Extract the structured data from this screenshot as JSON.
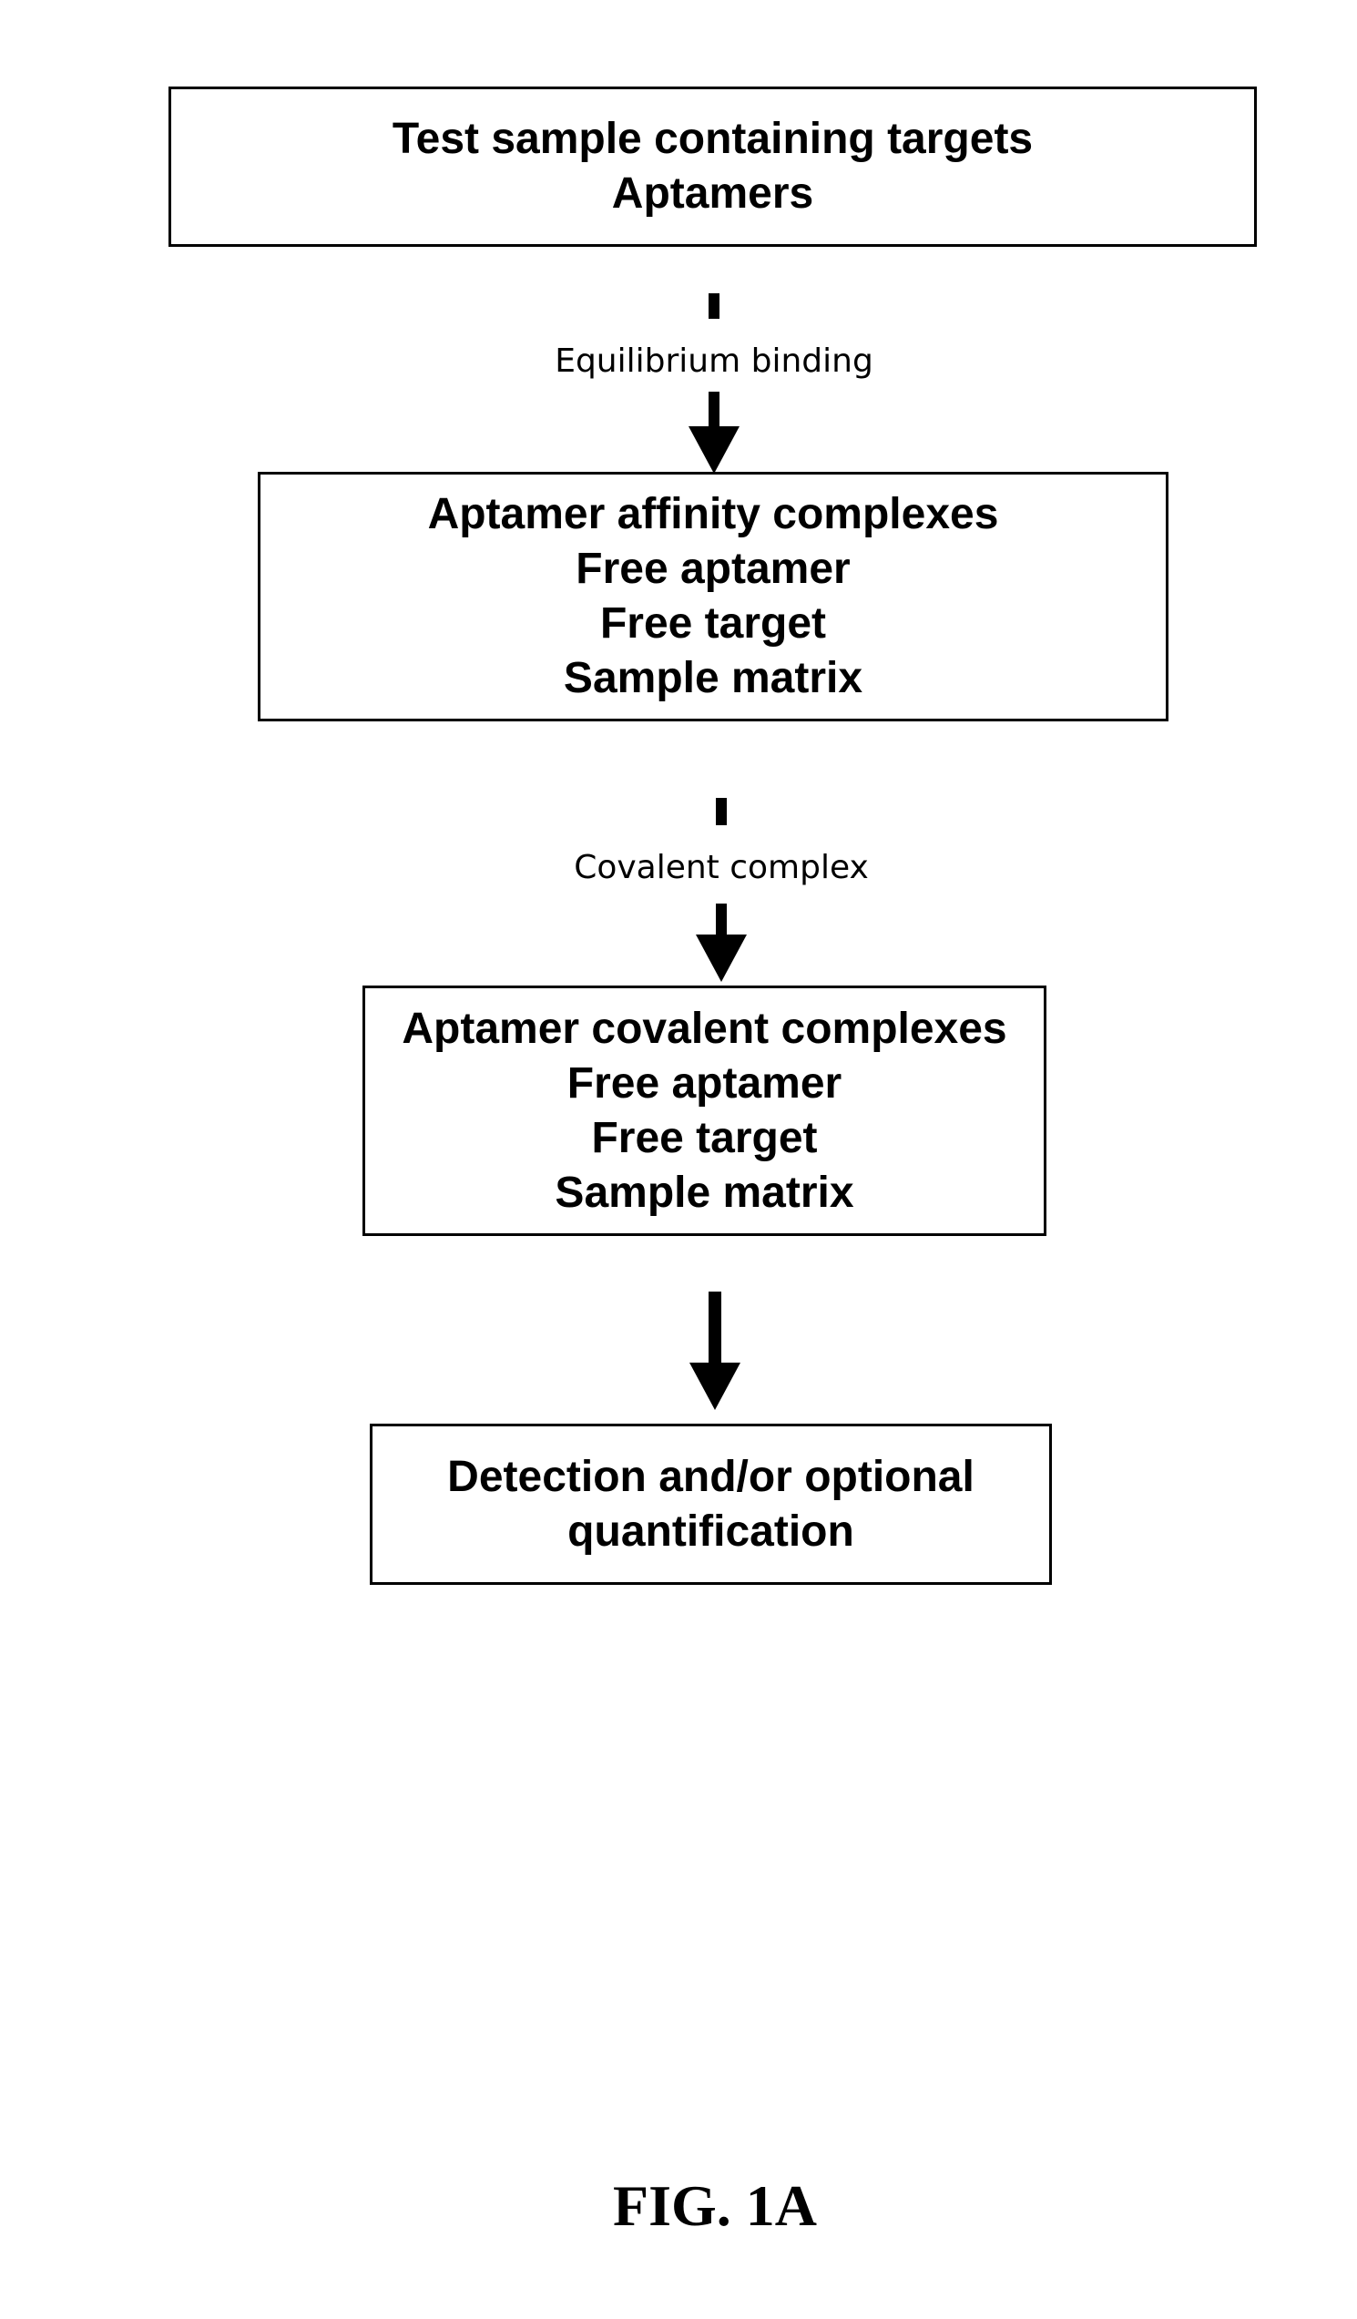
{
  "diagram": {
    "nodes": [
      {
        "id": "n1",
        "lines": [
          "Test sample containing targets",
          "Aptamers"
        ]
      },
      {
        "id": "n2",
        "lines": [
          "Aptamer affinity complexes",
          "Free aptamer",
          "Free target",
          "Sample matrix"
        ]
      },
      {
        "id": "n3",
        "lines": [
          "Aptamer covalent complexes",
          "Free aptamer",
          "Free target",
          "Sample matrix"
        ]
      },
      {
        "id": "n4",
        "lines": [
          "Detection and/or optional",
          "quantification"
        ]
      }
    ],
    "edges": [
      {
        "from": "n1",
        "to": "n2",
        "label": "Equilibrium binding"
      },
      {
        "from": "n2",
        "to": "n3",
        "label": "Covalent complex"
      },
      {
        "from": "n3",
        "to": "n4",
        "label": ""
      }
    ]
  },
  "caption": "FIG. 1A"
}
